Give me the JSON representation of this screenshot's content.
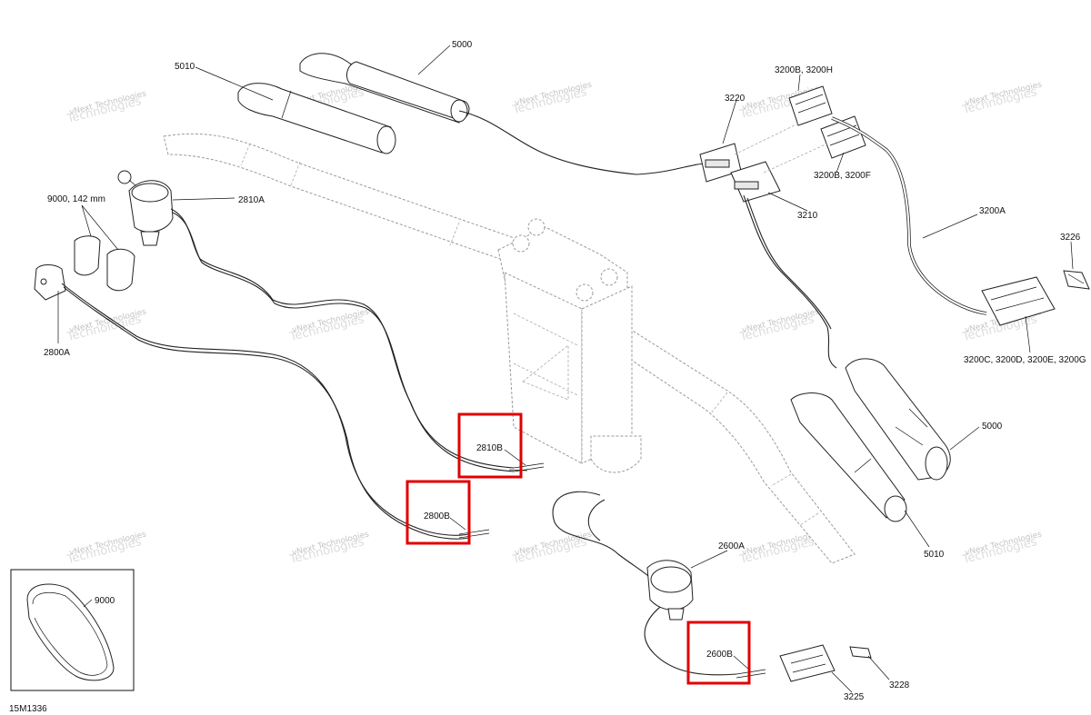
{
  "diagram_id": "15M1336",
  "watermark": {
    "line1": "vNext Technologies",
    "line2": "Technologies"
  },
  "labels": {
    "l5000_top": "5000",
    "l5010_top": "5010",
    "l3200bh": "3200B, 3200H",
    "l3220": "3220",
    "l3200bf": "3200B, 3200F",
    "l3210": "3210",
    "l3200a": "3200A",
    "l3226": "3226",
    "l3200c": "3200C, 3200D, 3200E, 3200G",
    "l2810a": "2810A",
    "l9000_142": "9000, 142 mm",
    "l2800a": "2800A",
    "l5000_bot": "5000",
    "l5010_bot": "5010",
    "l2810b": "2810B",
    "l2800b": "2800B",
    "l2600a": "2600A",
    "l2600b": "2600B",
    "l9000": "9000",
    "l3225": "3225",
    "l3228": "3228"
  },
  "highlight_color": "#e00000"
}
